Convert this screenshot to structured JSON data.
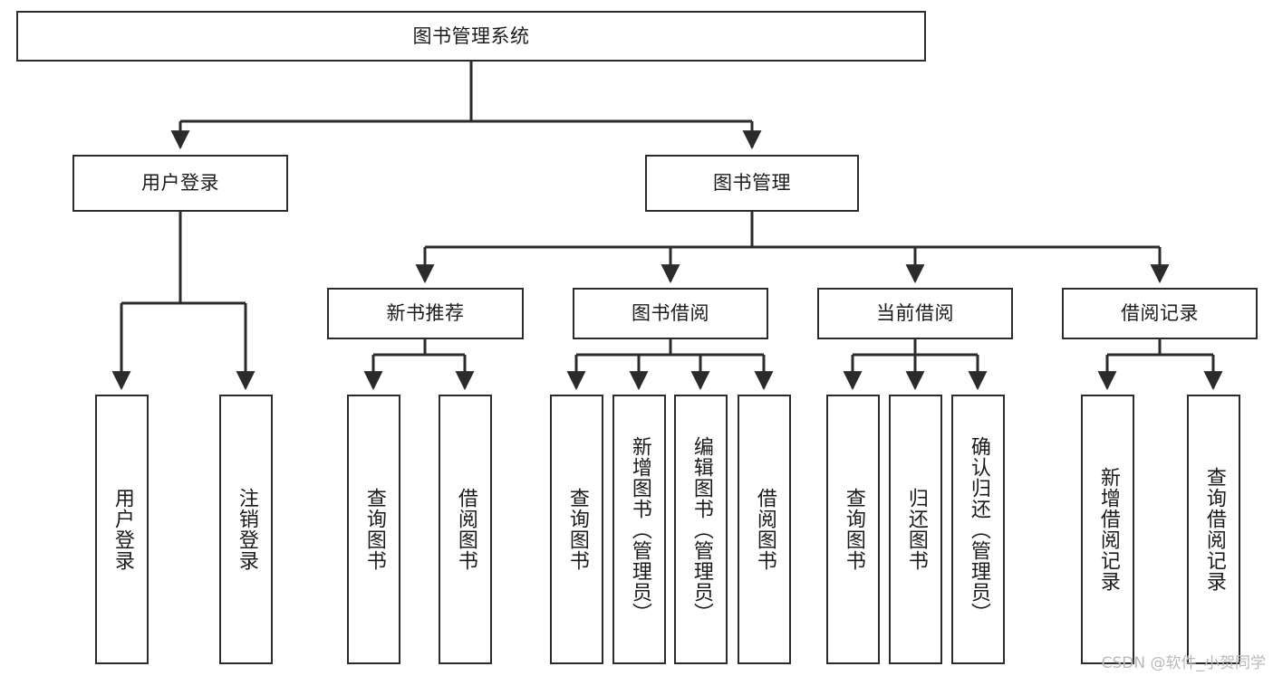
{
  "diagram": {
    "title": "图书管理系统",
    "watermark": "CSDN @软件_小贺同学",
    "stroke_color": "#2b2b2b",
    "background_color": "#ffffff",
    "text_color": "#1b1b1b",
    "watermark_color": "#b9b9b9"
  },
  "root": {
    "label": "图书管理系统"
  },
  "level2": [
    {
      "label": "用户登录"
    },
    {
      "label": "图书管理"
    }
  ],
  "level3": [
    {
      "label": "新书推荐"
    },
    {
      "label": "图书借阅"
    },
    {
      "label": "当前借阅"
    },
    {
      "label": "借阅记录"
    }
  ],
  "leaves": [
    {
      "label": "用户登录",
      "parent": "用户登录"
    },
    {
      "label": "注销登录",
      "parent": "用户登录"
    },
    {
      "label": "查询图书",
      "parent": "新书推荐"
    },
    {
      "label": "借阅图书",
      "parent": "新书推荐"
    },
    {
      "label": "查询图书",
      "parent": "图书借阅"
    },
    {
      "label": "新增图书（管理员）",
      "parent": "图书借阅"
    },
    {
      "label": "编辑图书（管理员）",
      "parent": "图书借阅"
    },
    {
      "label": "借阅图书",
      "parent": "图书借阅"
    },
    {
      "label": "查询图书",
      "parent": "当前借阅"
    },
    {
      "label": "归还图书",
      "parent": "当前借阅"
    },
    {
      "label": "确认归还（管理员）",
      "parent": "当前借阅"
    },
    {
      "label": "新增借阅记录",
      "parent": "借阅记录"
    },
    {
      "label": "查询借阅记录",
      "parent": "借阅记录"
    }
  ]
}
